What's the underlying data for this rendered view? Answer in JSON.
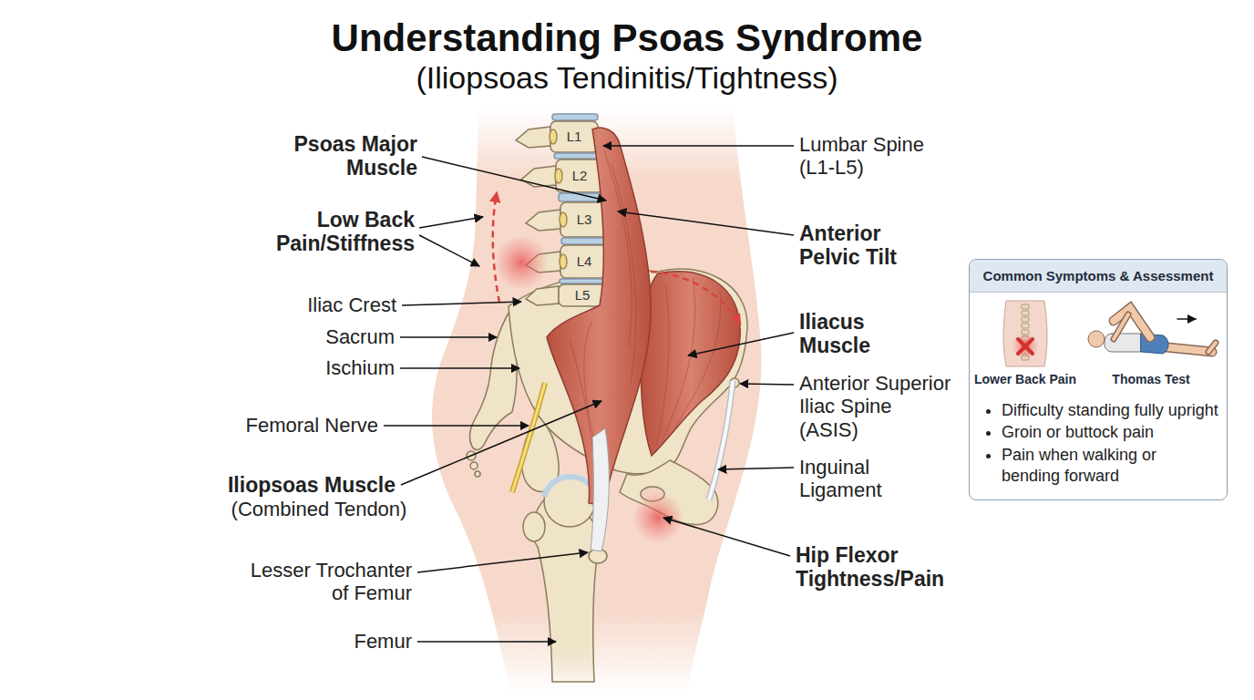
{
  "diagram": {
    "title": "Understanding Psoas Syndrome",
    "nodes": [
      {
        "text": [
          "Common Symptoms & Assessment",
          "Lower Back Pain",
          "Thomas Test",
          "Difficulty standing fully upright",
          "Groin or buttock pain",
          "Pain when walking or bending forward"
        ]
      }
    ],
    "labels": [
      "(Iliopsoas Tendinitis/Tightness)",
      "L1",
      "L2",
      "L3",
      "L4",
      "L5",
      "Psoas Major Muscle",
      "Low Back Pain/Stiffness",
      "Iliac Crest",
      "Sacrum",
      "Ischium",
      "Femoral Nerve",
      "Iliopsoas Muscle",
      "(Combined Tendon)",
      "Lesser Trochanter of Femur",
      "Femur",
      "Lumbar Spine (L1-L5)",
      "Anterior Pelvic Tilt",
      "Iliacus Muscle",
      "Anterior Superior Iliac Spine (ASIS)",
      "Inguinal Ligament",
      "Hip Flexor Tightness/Pain"
    ]
  }
}
